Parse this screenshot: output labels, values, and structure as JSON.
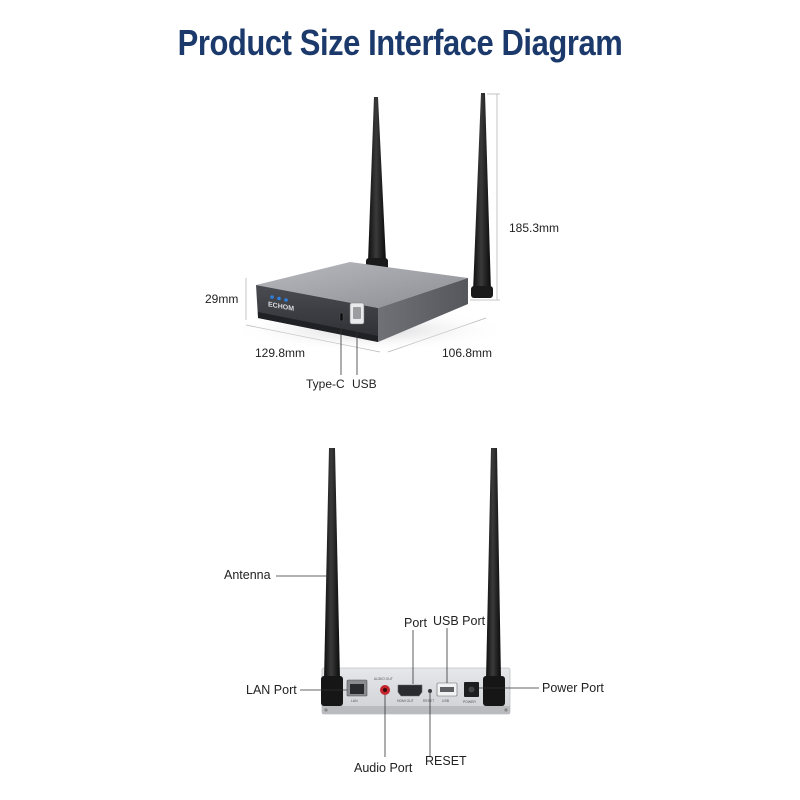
{
  "title": "Product Size Interface Diagram",
  "colors": {
    "title": "#1b3a6b",
    "body_top": "#9ea0a5",
    "body_front": "#3a3c41",
    "antenna": "#1a1a1a",
    "led": "#2f7fe0",
    "audio_jack": "#c4262e"
  },
  "dimensions": {
    "height_with_antenna": "185.3mm",
    "body_height": "29mm",
    "length": "129.8mm",
    "width": "106.8mm"
  },
  "front_ports": {
    "type_c": "Type-C",
    "usb": "USB"
  },
  "front_panel": {
    "brand_mark": "ECHOM"
  },
  "rear_ports": {
    "antenna": "Antenna",
    "hdmi_port": "Port",
    "usb_port": "USB Port",
    "lan_port": "LAN Port",
    "power_port": "Power Port",
    "audio_port": "Audio Port",
    "reset": "RESET"
  },
  "rear_silkscreen": {
    "lan": "LAN",
    "audio_out": "AUDIO OUT",
    "hdmi_out": "HDMI OUT",
    "reset": "RESET",
    "usb": "USB",
    "power": "POWER"
  }
}
